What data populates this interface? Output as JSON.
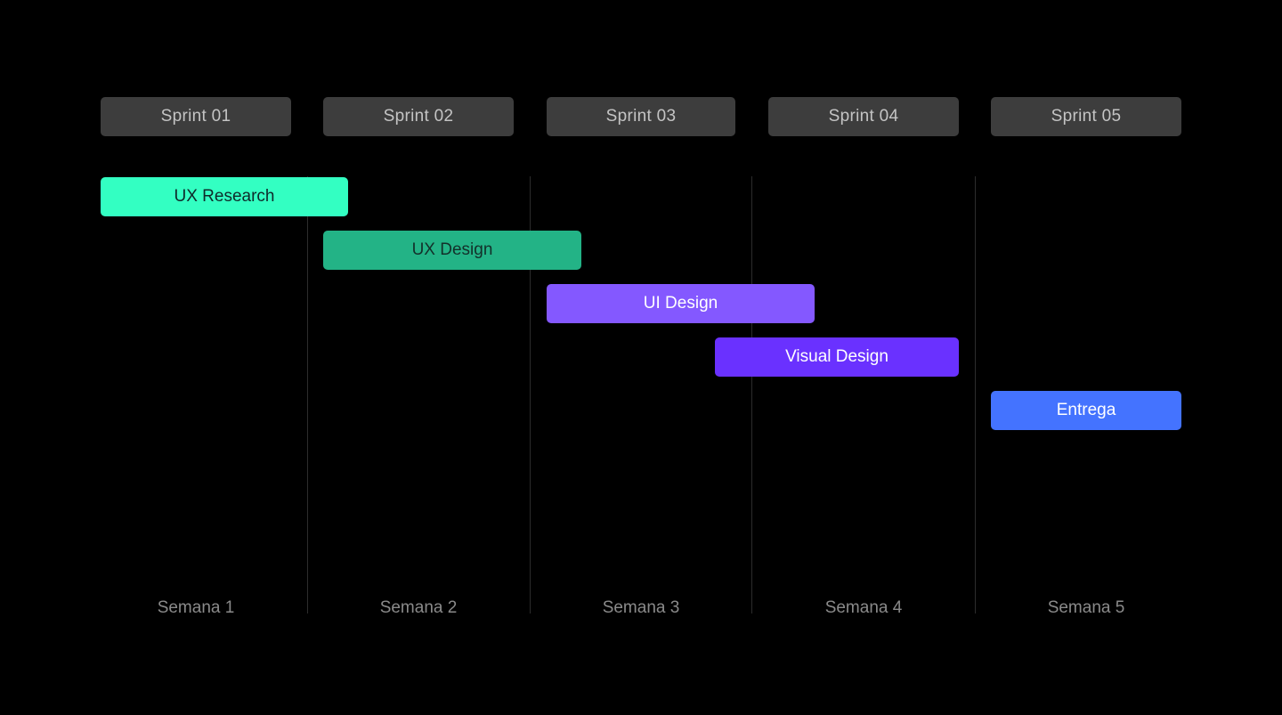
{
  "sprints": [
    {
      "label": "Sprint 01"
    },
    {
      "label": "Sprint 02"
    },
    {
      "label": "Sprint 03"
    },
    {
      "label": "Sprint 04"
    },
    {
      "label": "Sprint 05"
    }
  ],
  "tasks": [
    {
      "label": "UX Research",
      "color": "#33ffc2",
      "text_color": "#0f2a2a"
    },
    {
      "label": "UX Design",
      "color": "#23b386",
      "text_color": "#13302a"
    },
    {
      "label": "UI Design",
      "color": "#8458ff",
      "text_color": "#ffffff"
    },
    {
      "label": "Visual Design",
      "color": "#6a31ff",
      "text_color": "#ffffff"
    },
    {
      "label": "Entrega",
      "color": "#4473ff",
      "text_color": "#ffffff"
    }
  ],
  "weeks": [
    {
      "label": "Semana 1"
    },
    {
      "label": "Semana 2"
    },
    {
      "label": "Semana 3"
    },
    {
      "label": "Semana 4"
    },
    {
      "label": "Semana 5"
    }
  ],
  "colors": {
    "background": "#000000",
    "sprint_header_bg": "#3d3d3d",
    "sprint_header_text": "#c4c4c4",
    "divider": "#2c2c2c",
    "week_text": "#8a8a8a"
  }
}
